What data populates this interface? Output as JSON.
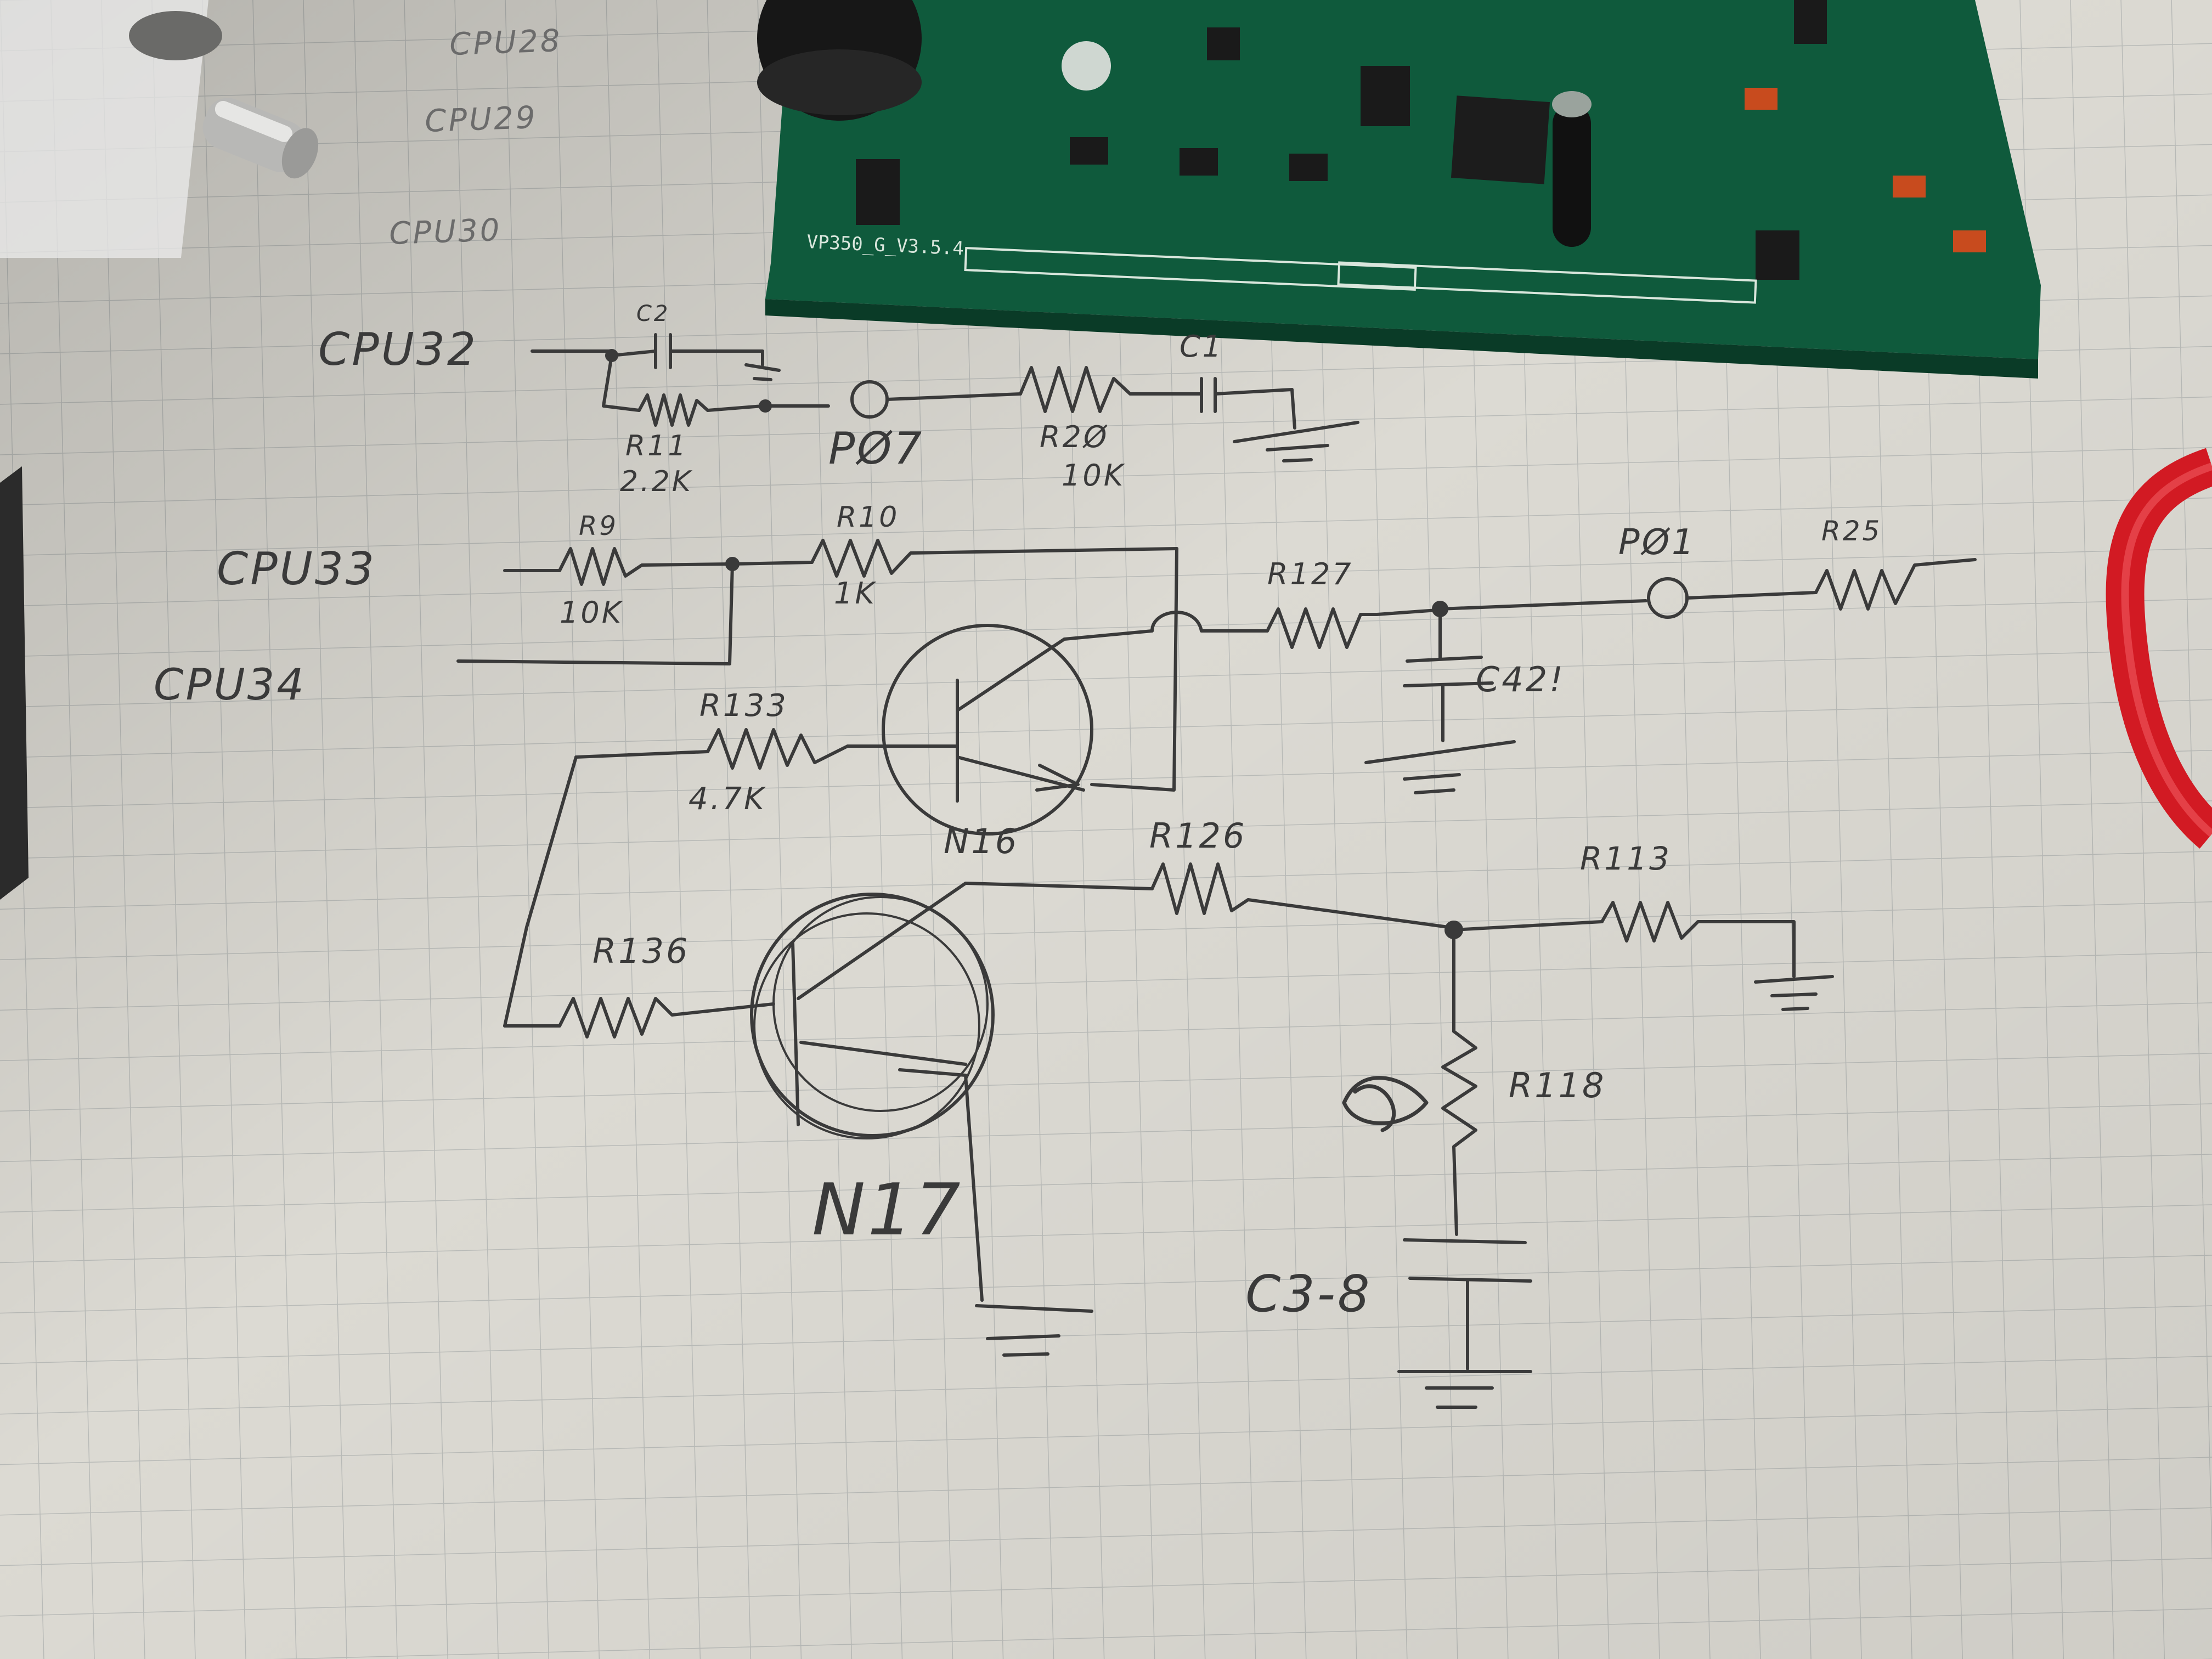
{
  "photo": {
    "paper_color": "#dcdad3",
    "grid_color": "#b9bbb8",
    "pencil_color": "#3a3a3a",
    "pcb_color": "#0f5a3c",
    "cable_color": "#d21a23"
  },
  "board": {
    "silkscreen": "VP350_G_V3.5.4"
  },
  "top_labels": {
    "cpu28": "CPU28",
    "cpu29": "CPU29",
    "cpu30": "CPU30"
  },
  "labels": {
    "cpu32": "CPU32",
    "cpu33": "CPU33",
    "cpu34": "CPU34",
    "c2": "C2",
    "r11": "R11",
    "r11_value": "2.2K",
    "p07": "PØ7",
    "r20": "R2Ø",
    "r20_value": "10K",
    "c1": "C1",
    "r9": "R9",
    "r9_value": "10K",
    "r10": "R10",
    "r10_value": "1K",
    "r127": "R127",
    "p01": "PØ1",
    "r25": "R25",
    "c421": "C42!",
    "r133": "R133",
    "r133_value": "4.7K",
    "n16": "N16",
    "r126": "R126",
    "r113": "R113",
    "r136": "R136",
    "r118": "R118",
    "n17": "N17",
    "c38": "C3-8"
  }
}
